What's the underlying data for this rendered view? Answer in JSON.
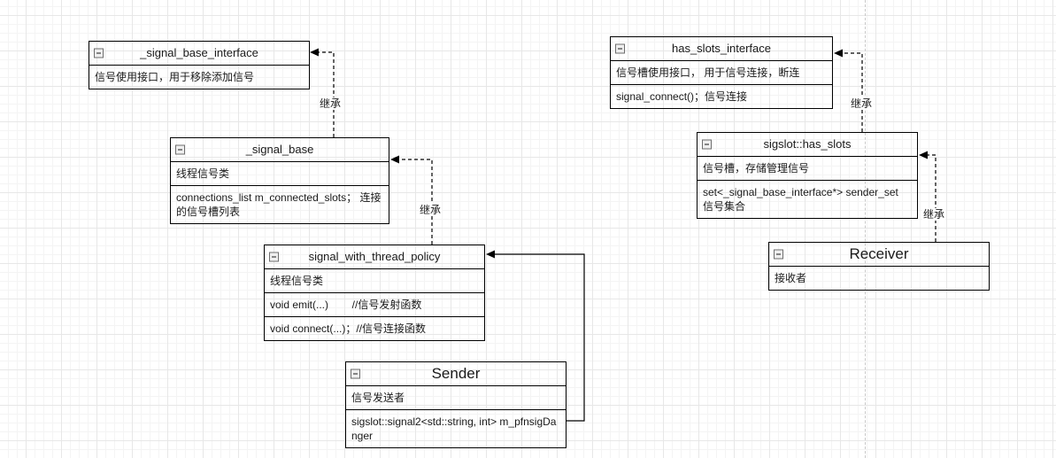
{
  "canvas": {
    "background": "#ffffff",
    "grid_minor_color": "#f4f4f4",
    "grid_major_color": "#e7e7e7",
    "page_break_color": "#c9c9c9",
    "stroke_color": "#000000"
  },
  "icons": {
    "collapse_icon": "minus-square"
  },
  "classes": [
    {
      "title": "_signal_base_interface",
      "rows": [
        "信号使用接口，用于移除添加信号"
      ]
    },
    {
      "title": "has_slots_interface",
      "rows": [
        "信号槽使用接口， 用于信号连接，断连",
        "signal_connect()；信号连接"
      ]
    },
    {
      "title": "_signal_base",
      "rows": [
        "线程信号类",
        "connections_list m_connected_slots； 连接的信号槽列表"
      ]
    },
    {
      "title": "sigslot::has_slots",
      "rows": [
        "信号槽，存储管理信号",
        "set<_signal_base_interface*> sender_set 信号集合"
      ]
    },
    {
      "title": "signal_with_thread_policy",
      "rows": [
        "线程信号类",
        "void emit(...)        //信号发射函数",
        "void connect(...)；//信号连接函数"
      ]
    },
    {
      "title": "Sender",
      "rows": [
        "信号发送者",
        "sigslot::signal2<std::string, int> m_pfnsigDanger"
      ]
    },
    {
      "title": "Receiver",
      "rows": [
        "接收者"
      ]
    }
  ],
  "relations": [
    {
      "from": "_signal_base",
      "to": "_signal_base_interface",
      "label": "继承",
      "style": "dashed-arrow"
    },
    {
      "from": "signal_with_thread_policy",
      "to": "_signal_base",
      "label": "继承",
      "style": "dashed-arrow"
    },
    {
      "from": "sigslot::has_slots",
      "to": "has_slots_interface",
      "label": "继承",
      "style": "dashed-arrow"
    },
    {
      "from": "Receiver",
      "to": "sigslot::has_slots",
      "label": "继承",
      "style": "dashed-arrow"
    },
    {
      "from": "Sender",
      "to": "signal_with_thread_policy",
      "label": "",
      "style": "solid-arrow"
    }
  ]
}
